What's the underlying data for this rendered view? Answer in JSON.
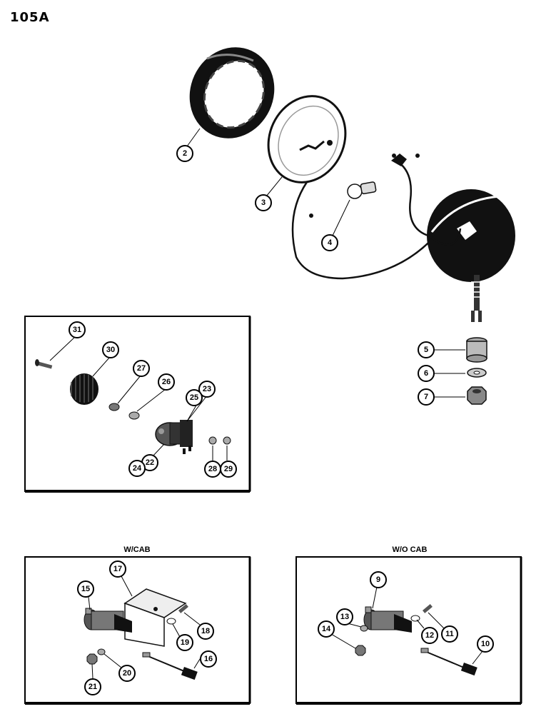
{
  "page": {
    "title": "105A"
  },
  "panels": {
    "with_cab": "W/CAB",
    "without_cab": "W/O CAB"
  },
  "callouts": {
    "c2": "2",
    "c3": "3",
    "c4": "4",
    "c5": "5",
    "c6": "6",
    "c7": "7",
    "c9": "9",
    "c10": "10",
    "c11": "11",
    "c12": "12",
    "c13": "13",
    "c14": "14",
    "c15": "15",
    "c16": "16",
    "c17": "17",
    "c18": "18",
    "c19": "19",
    "c20": "20",
    "c21": "21",
    "c22": "22",
    "c23": "23",
    "c24": "24",
    "c25": "25",
    "c26": "26",
    "c27": "27",
    "c28": "28",
    "c29": "29",
    "c30": "30",
    "c31": "31"
  }
}
